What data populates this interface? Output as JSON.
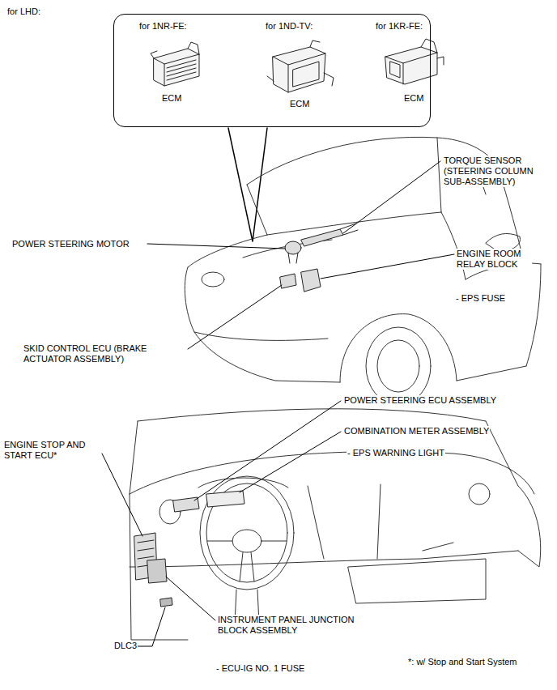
{
  "diagram": {
    "nodes": [
      {
        "text": [
          "for 1NR-FE:",
          "ECM",
          "for 1ND-TV:",
          "ECM",
          "for 1KR-FE:",
          "ECM"
        ]
      }
    ],
    "labels": [
      "for LHD:",
      "TORQUE SENSOR (STEERING COLUMN SUB-ASSEMBLY)",
      "POWER STEERING MOTOR",
      "ENGINE ROOM RELAY BLOCK",
      "- EPS FUSE",
      "SKID CONTROL ECU (BRAKE ACTUATOR ASSEMBLY)",
      "POWER STEERING ECU ASSEMBLY",
      "COMBINATION METER ASSEMBLY",
      "- EPS WARNING LIGHT",
      "ENGINE STOP AND START ECU*",
      "INSTRUMENT PANEL JUNCTION BLOCK ASSEMBLY",
      "DLC3",
      "*: w/ Stop and Start System",
      "- ECU-IG NO. 1 FUSE"
    ]
  }
}
